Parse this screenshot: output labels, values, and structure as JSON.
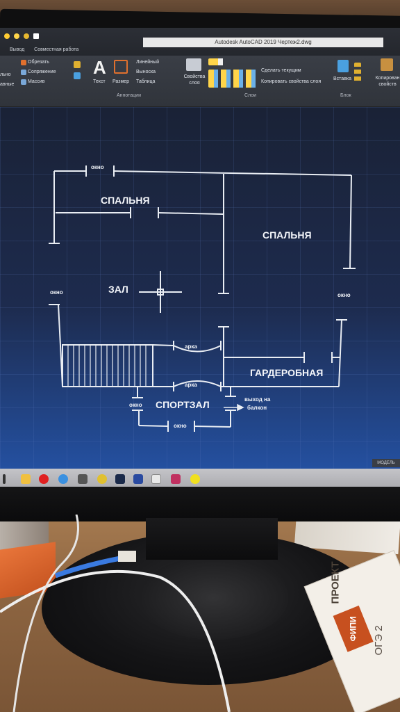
{
  "titlebar": {
    "title": "Autodesk AutoCAD 2019   Чертеж2.dwg"
  },
  "menu": {
    "items": [
      "Вывод",
      "Совместная работа"
    ]
  },
  "ribbon": {
    "modify": [
      "Обрезать",
      "Сопряжение",
      "Массив"
    ],
    "text_label": "Текст",
    "dim_label": "Размер",
    "annot_items": [
      "Линейный",
      "Выноска",
      "Таблица"
    ],
    "annot_panel": "Аннотации",
    "layer_props": "Свойства слоя",
    "layer_actions": [
      "Сделать текущим",
      "Копировать свойства слоя"
    ],
    "layers_panel": "Слои",
    "insert_label": "Вставка",
    "block_panel": "Блок",
    "copy_props": "Копирован свойств",
    "left_cut": [
      "льно",
      "авные"
    ]
  },
  "plan": {
    "window_top": "окно",
    "bedroom_left": "СПАЛЬНЯ",
    "bedroom_right": "СПАЛЬНЯ",
    "hall": "ЗАЛ",
    "window_left": "окно",
    "window_right": "окно",
    "arch_top": "арка",
    "arch_bottom": "арка",
    "wardrobe": "ГАРДЕРОБНАЯ",
    "window_gym": "окно",
    "gym": "СПОРТЗАЛ",
    "balcony_line1": "выход на",
    "balcony_line2": "балкон",
    "window_bottom": "окно"
  },
  "statusbar": {
    "mode": "МОДЕЛЬ"
  },
  "book": {
    "title": "ПРОЕКТ",
    "badge": "ФИПИ",
    "sub": "ОГЭ 2"
  },
  "colors": {
    "canvas_top": "#1a2236",
    "canvas_bottom": "#2450a0",
    "line": "#e9edf3"
  }
}
